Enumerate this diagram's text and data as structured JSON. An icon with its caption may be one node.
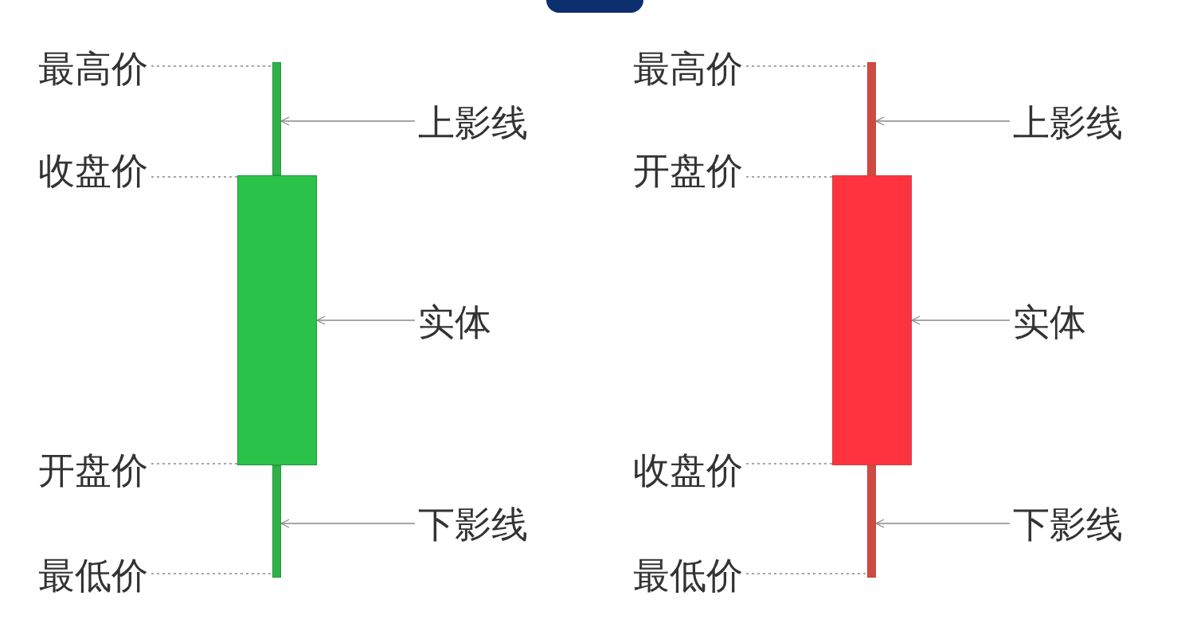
{
  "diagram": {
    "nodes": [
      {
        "text": [
          "最高价"
        ]
      },
      {
        "text": [
          "收盘价"
        ]
      },
      {
        "text": [
          "开盘价"
        ]
      },
      {
        "text": [
          "最低价"
        ]
      },
      {
        "text": [],
        "shape": "bar"
      },
      {
        "text": [],
        "shape": "bar"
      },
      {
        "text": [],
        "shape": "bar"
      },
      {
        "text": [
          "上影线"
        ]
      },
      {
        "text": [
          "实体"
        ]
      },
      {
        "text": [
          "下影线"
        ]
      },
      {
        "text": [
          "最高价"
        ]
      },
      {
        "text": [
          "开盘价"
        ]
      },
      {
        "text": [
          "收盘价"
        ]
      },
      {
        "text": [
          "最低价"
        ]
      },
      {
        "text": [],
        "shape": "bar"
      },
      {
        "text": [],
        "shape": "bar"
      },
      {
        "text": [],
        "shape": "bar"
      },
      {
        "text": [
          "上影线"
        ]
      },
      {
        "text": [
          "实体"
        ]
      },
      {
        "text": [
          "下影线"
        ]
      }
    ],
    "edges": [
      {
        "from": 0,
        "to": 4,
        "arrow": "none",
        "style": "dashed"
      },
      {
        "from": 1,
        "to": 5,
        "arrow": "none",
        "style": "dashed"
      },
      {
        "from": 2,
        "to": 5,
        "arrow": "none",
        "style": "dashed"
      },
      {
        "from": 3,
        "to": 6,
        "arrow": "none",
        "style": "dashed"
      },
      {
        "from": 7,
        "to": 4,
        "arrow": "to"
      },
      {
        "from": 8,
        "to": 5,
        "arrow": "to"
      },
      {
        "from": 9,
        "to": 6,
        "arrow": "to"
      },
      {
        "from": 10,
        "to": 14,
        "arrow": "none",
        "style": "dashed"
      },
      {
        "from": 11,
        "to": 15,
        "arrow": "none",
        "style": "dashed"
      },
      {
        "from": 12,
        "to": 15,
        "arrow": "none",
        "style": "dashed"
      },
      {
        "from": 13,
        "to": 16,
        "arrow": "none",
        "style": "dashed"
      },
      {
        "from": 17,
        "to": 14,
        "arrow": "to"
      },
      {
        "from": 18,
        "to": 15,
        "arrow": "to"
      },
      {
        "from": 19,
        "to": 16,
        "arrow": "to"
      }
    ]
  }
}
